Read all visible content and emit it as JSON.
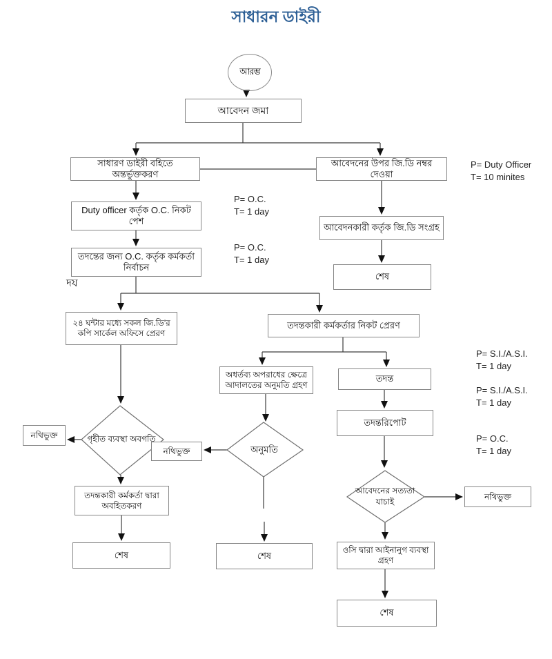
{
  "title": "সাধারন ডাইরী",
  "colors": {
    "title_blue": "#2e6096",
    "box_border": "#858585",
    "line_black": "#1a1a1a"
  },
  "start_label": "আরম্ভ",
  "nodes": {
    "submit_application": "আবেদন জমা",
    "register_entry": "সাধারণ ডাইরী বহিতে অন্তর্ভুক্তকরণ",
    "gd_number": "আবেদনের উপর জি.ডি নম্বর দেওয়া",
    "duty_officer_present": "Duty officer কর্তৃক O.C. নিকট পেশ",
    "officer_selection": "তদন্তের জন্য O.C. কর্তৃক কর্মকর্তা নির্বাচন",
    "applicant_collect_gd": "আবেদনকারী কর্তৃক জি.ডি সংগ্রহ",
    "end_right_top": "শেষ",
    "copy_to_circle_office": "২৪ ঘন্টার মধ্যে সকল জি.ডি'র কপি সার্কেল অফিসে প্রেরণ",
    "send_to_io": "তদন্তকারী কর্মকর্তার নিকট প্রেরণ",
    "court_permission": "অধর্তব্য অপরাধের ক্ষেত্রে আদালতের অনুমতি গ্রহণ",
    "investigation": "তদন্ত",
    "investigation_report": "তদন্তরিপোট",
    "action_awareness": "গৃহীত ব্যবস্থা অবগতি",
    "permission": "অনুমতি",
    "verify_application": "আবেদনের সত্যতা যাচাই",
    "filed_left": "নথিভুক্ত",
    "filed_middle": "নথিভুক্ত",
    "filed_right": "নথিভুক্ত",
    "inform_by_io": "তদন্তকারী কর্মকর্তা দ্বারা অবহিতকরণ",
    "oc_legal_action": "ওসি দ্বারা আইনানুগ ব্যবস্থা গ্রহণ",
    "end_left": "শেষ",
    "end_middle": "শেষ",
    "end_right_bottom": "শেষ"
  },
  "annotations": {
    "duty_officer_time": {
      "p": "P= Duty Officer",
      "t": "T= 10 minites"
    },
    "oc_1day_a": {
      "p": "P= O.C.",
      "t": "T= 1 day"
    },
    "oc_1day_b": {
      "p": "P= O.C.",
      "t": "T= 1 day"
    },
    "si_asi_1day_a": {
      "p": "P= S.I./A.S.I.",
      "t": "T= 1 day"
    },
    "si_asi_1day_b": {
      "p": "P= S.I./A.S.I.",
      "t": "T= 1 day"
    },
    "oc_1day_c": {
      "p": "P= O.C.",
      "t": "T= 1 day"
    }
  },
  "stray_text": "দয"
}
